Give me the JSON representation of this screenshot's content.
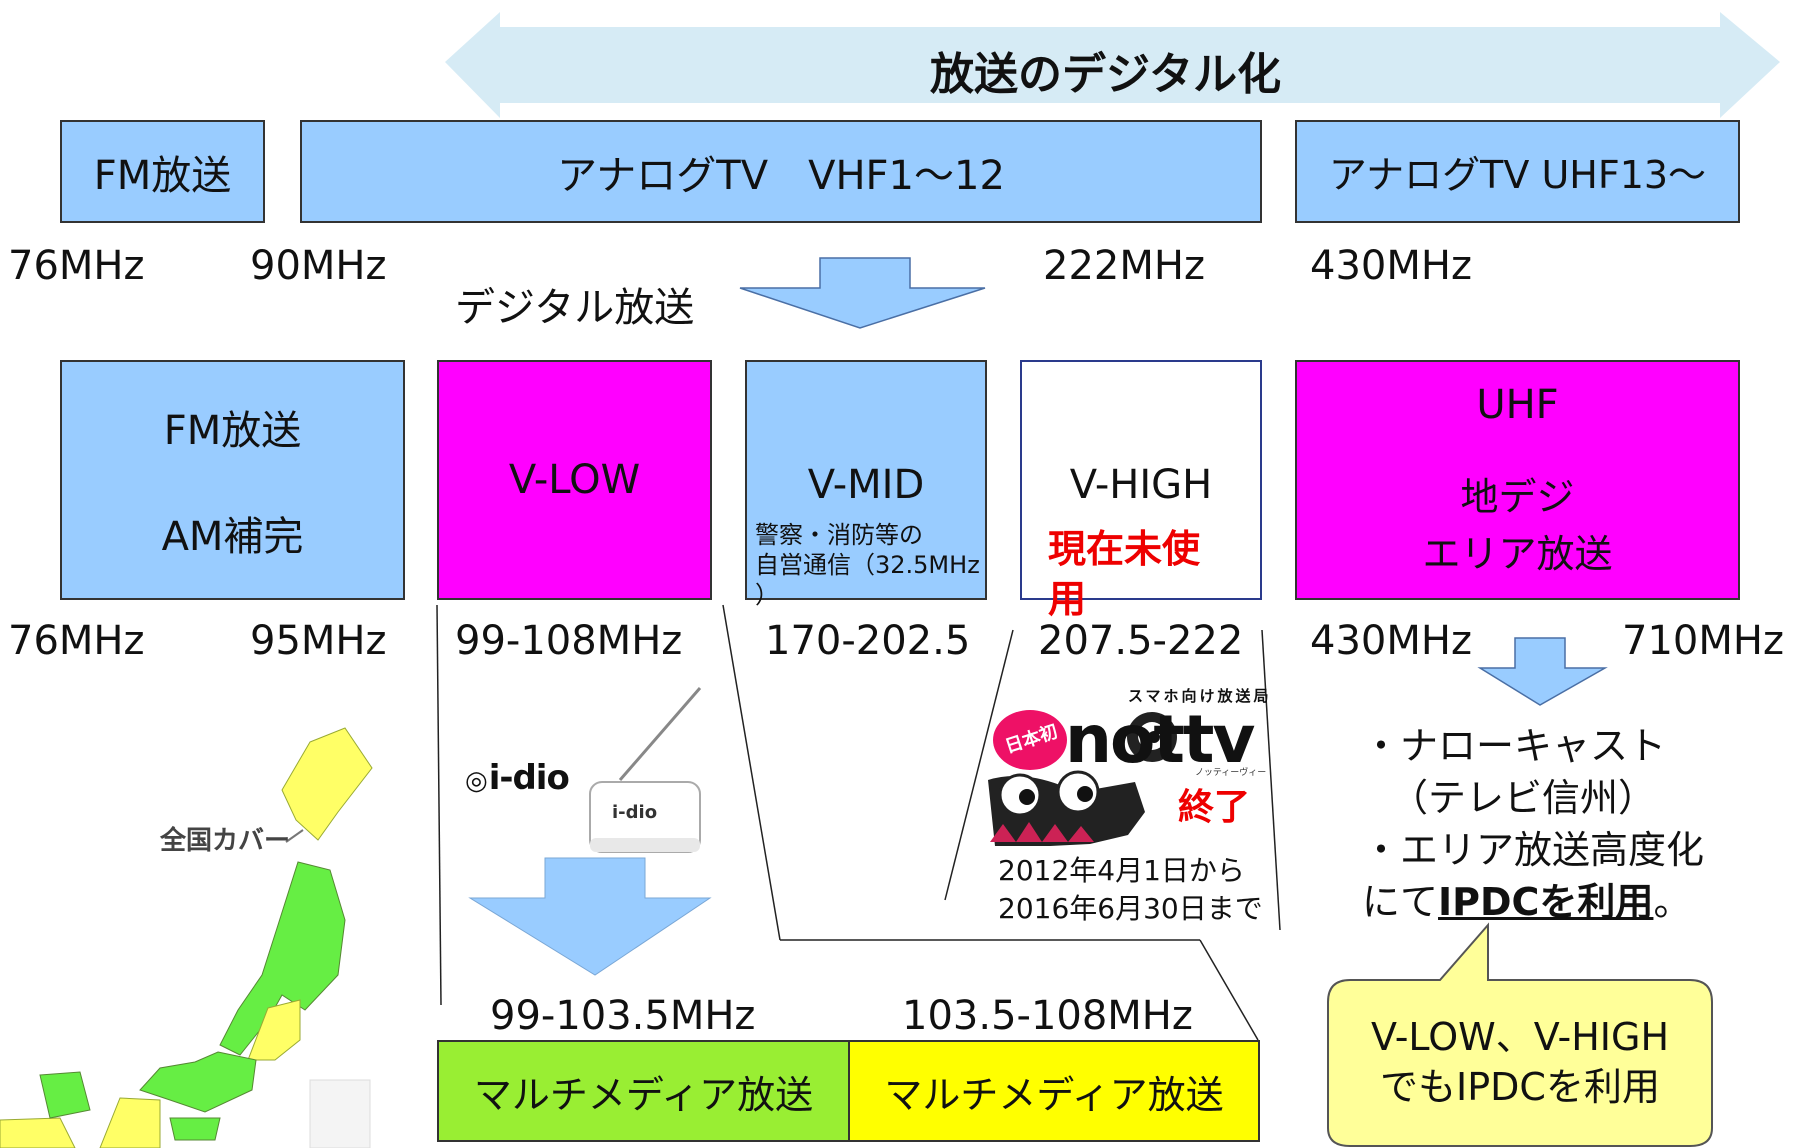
{
  "banner": {
    "title": "放送のデジタル化"
  },
  "analog": {
    "fm": "FM放送",
    "vhf": "アナログTV　VHF1〜12",
    "uhf": "アナログTV UHF13〜"
  },
  "analog_freqs": [
    "76MHz",
    "90MHz",
    "222MHz",
    "430MHz"
  ],
  "digital_label": "デジタル放送",
  "digital": {
    "fm_line1": "FM放送",
    "fm_line2": "AM補完",
    "vlow": "V-LOW",
    "vmid": "V-MID",
    "vmid_note_line1": "警察・消防等の",
    "vmid_note_line2": "自営通信（32.5MHz",
    "vmid_note_line3": "）",
    "vhigh": "V-HIGH",
    "vhigh_status": "現在未使用",
    "uhf_line1": "UHF",
    "uhf_line2": "地デジ",
    "uhf_line3": "エリア放送"
  },
  "digital_freqs": {
    "f76": "76MHz",
    "f95": "95MHz",
    "vlow": "99-108MHz",
    "vmid": "170-202.5",
    "vhigh": "207.5-222",
    "f430": "430MHz",
    "f710": "710MHz"
  },
  "uhf_notes": {
    "line1": "・ナローキャスト",
    "line2": "（テレビ信州）",
    "line3": "・エリア放送高度化",
    "line4_prefix": "にて",
    "line4_bold": "IPDCを利用",
    "line4_suffix": "。"
  },
  "callout": {
    "line1": "V-LOW、V-HIGH",
    "line2": "でもIPDCを利用"
  },
  "idio": {
    "logo": "i-dio",
    "device_label": "i-dio"
  },
  "nottv": {
    "tagline": "スマホ向け放送局",
    "badge": "日本初",
    "logo": "nottv",
    "reading": "ノッティーヴィー",
    "ended": "終了",
    "period_line1": "2012年4月1日から",
    "period_line2": "2016年6月30日まで"
  },
  "map": {
    "label": "全国カバー"
  },
  "split": {
    "freq_left": "99-103.5MHz",
    "freq_right": "103.5-108MHz",
    "left": "マルチメディア放送",
    "right": "マルチメディア放送"
  },
  "colors": {
    "light_blue": "#99ccff",
    "magenta": "#ff00ff",
    "green": "#99ee33",
    "yellow": "#ffff00",
    "callout": "#ffff99",
    "red": "#ee0000"
  }
}
